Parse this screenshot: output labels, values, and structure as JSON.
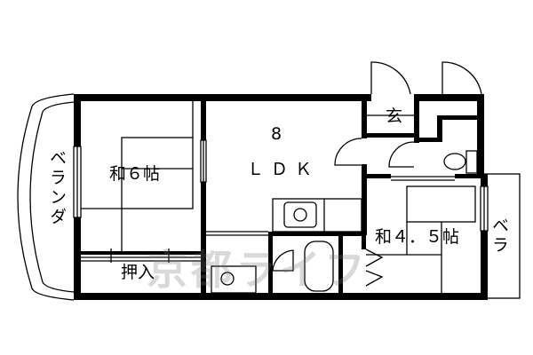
{
  "rooms": {
    "washitsu_6": "和６帖",
    "ldk_size": "8",
    "ldk": "ＬＤＫ",
    "entrance": "玄",
    "washitsu_4_5": "和４．５帖",
    "oshiire": "押入",
    "veranda_left": "ベランダ",
    "veranda_right": "ベラ"
  },
  "watermark": "京都ライフ",
  "colors": {
    "wall": "#000000",
    "tatami": "#000000",
    "background": "#ffffff"
  }
}
